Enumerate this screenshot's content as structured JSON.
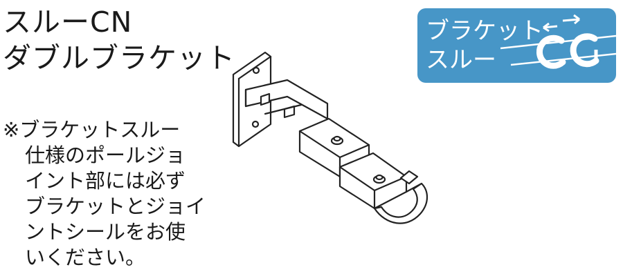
{
  "title": {
    "line1": "スルーCN",
    "line2": "ダブルブラケット"
  },
  "badge": {
    "line1": "ブラケット",
    "line2": "スルー",
    "bg_color": "#4796c7",
    "icon": "ring-runner-pass-through-icon"
  },
  "note": {
    "lines": [
      "※ブラケットスルー",
      "仕様のポールジョ",
      "イント部には必ず",
      "ブラケットとジョイ",
      "ントシールをお使",
      "いください。"
    ]
  },
  "illustration": {
    "icon": "double-bracket-illustration"
  }
}
